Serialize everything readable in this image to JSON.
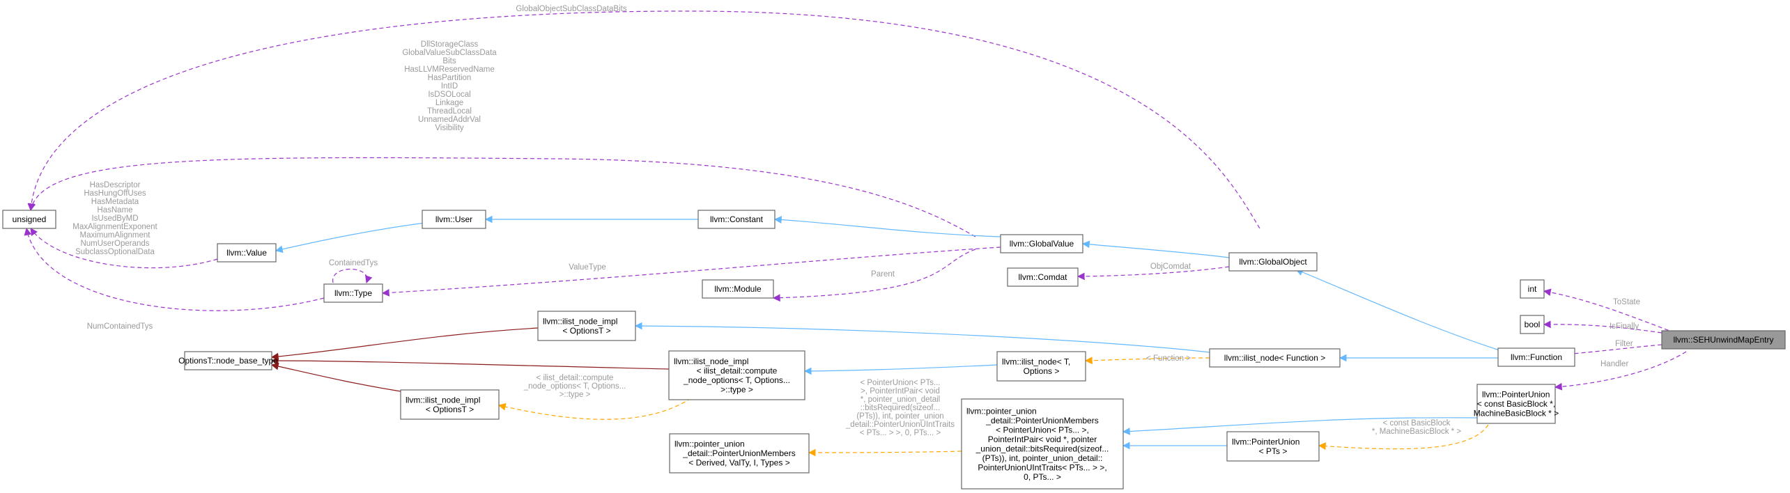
{
  "colors": {
    "usage": "#9a32cd",
    "inheritance": "#63b8ff",
    "template": "#ffa500",
    "private_inheritance": "#8b1a1a",
    "root_fill": "#999999"
  },
  "nodes": {
    "unsigned": [
      "unsigned"
    ],
    "value": [
      "llvm::Value"
    ],
    "user": [
      "llvm::User"
    ],
    "type": [
      "llvm::Type"
    ],
    "constant": [
      "llvm::Constant"
    ],
    "module": [
      "llvm::Module"
    ],
    "globalvalue": [
      "llvm::GlobalValue"
    ],
    "comdat": [
      "llvm::Comdat"
    ],
    "globalobject": [
      "llvm::GlobalObject"
    ],
    "int": [
      "int"
    ],
    "bool": [
      "bool"
    ],
    "function": [
      "llvm::Function"
    ],
    "sehentry": [
      "llvm::SEHUnwindMapEntry"
    ],
    "nodebase": [
      "OptionsT::node_base_type"
    ],
    "ilist_impl_top": [
      "llvm::ilist_node_impl",
      "< OptionsT >"
    ],
    "ilist_impl_mid": [
      "llvm::ilist_node_impl",
      "< ilist_detail::compute",
      "_node_options< T, Options...",
      ">::type >"
    ],
    "ilist_impl_low": [
      "llvm::ilist_node_impl",
      "< OptionsT >"
    ],
    "ilist_node_t": [
      "llvm::ilist_node< T,",
      "Options >"
    ],
    "ilist_node_f": [
      "llvm::ilist_node< Function >"
    ],
    "pu_members_generic": [
      "llvm::pointer_union",
      "_detail::PointerUnionMembers",
      "< Derived, ValTy, I, Types >"
    ],
    "pu_members_spec": [
      "llvm::pointer_union",
      "_detail::PointerUnionMembers",
      "< PointerUnion< PTs... >,",
      "PointerIntPair< void *, pointer",
      "_union_detail::bitsRequired(sizeof...",
      "(PTs)), int, pointer_union_detail::",
      "PointerUnionUIntTraits< PTs... > >,",
      "0, PTs... >"
    ],
    "pu_pts": [
      "llvm::PointerUnion",
      "< PTs >"
    ],
    "pu_bb": [
      "llvm::PointerUnion",
      "< const BasicBlock *,",
      "MachineBasicBlock * >"
    ]
  },
  "edge_labels": {
    "go_unsigned": [
      "GlobalObjectSubClassDataBits"
    ],
    "gv_unsigned": [
      "DllStorageClass",
      "GlobalValueSubClassData",
      "Bits",
      "HasLLVMReservedName",
      "HasPartition",
      "IntID",
      "IsDSOLocal",
      "Linkage",
      "ThreadLocal",
      "UnnamedAddrVal",
      "Visibility"
    ],
    "value_unsigned": [
      "HasDescriptor",
      "HasHungOffUses",
      "HasMetadata",
      "HasName",
      "IsUsedByMD",
      "MaxAlignmentExponent",
      "MaximumAlignment",
      "NumUserOperands",
      "SubclassOptionalData"
    ],
    "type_unsigned": [
      "NumContainedTys"
    ],
    "type_self": [
      "ContainedTys"
    ],
    "gv_type": [
      "ValueType"
    ],
    "gv_module": [
      "Parent"
    ],
    "go_comdat": [
      "ObjComdat"
    ],
    "seh_int": [
      "ToState"
    ],
    "seh_bool": [
      "IsFinally"
    ],
    "seh_function": [
      "Filter"
    ],
    "seh_pu": [
      "Handler"
    ],
    "ilist_tpl_f": [
      "< Function >"
    ],
    "ilist_tpl_impl": [
      "< ilist_detail::compute",
      "_node_options< T, Options...",
      ">::type >"
    ],
    "pu_tpl_members": [
      "< PointerUnion< PTs...",
      ">, PointerIntPair< void",
      "*, pointer_union_detail",
      "::bitsRequired(sizeof...",
      "(PTs)), int, pointer_union",
      "_detail::PointerUnionUIntTraits",
      "< PTs... > >, 0, PTs... >"
    ],
    "pu_tpl_bb": [
      "< const BasicBlock",
      "*, MachineBasicBlock * >"
    ]
  }
}
